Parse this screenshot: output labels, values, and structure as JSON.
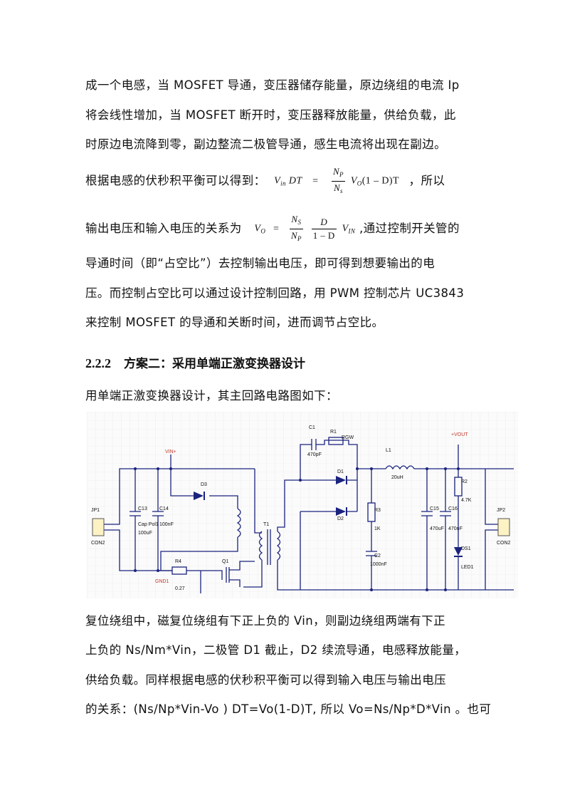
{
  "paragraph1": {
    "line1": "成一个电感，当 MOSFET 导通，变压器储存能量，原边绕组的电流 Ip",
    "line2": "将会线性增加，当 MOSFET 断开时，变压器释放能量，供给负载，此",
    "line3": "时原边电流降到零，副边整流二极管导通，感生电流将出现在副边。",
    "line4_prefix": "根据电感的伏秒积平衡可以得到：",
    "line4_suffix": "，所以",
    "line5_prefix": "输出电压和输入电压的关系为",
    "line5_suffix": ",通过控制开关管的",
    "line6": "导通时间（即“占空比”）去控制输出电压，即可得到想要输出的电",
    "line7": "压。而控制占空比可以通过设计控制回路，用 PWM 控制芯片 UC3843",
    "line8": "来控制 MOSFET 的导通和关断时间，进而调节占空比。"
  },
  "formula1": {
    "lhs_v": "V",
    "lhs_sub": "in",
    "lhs_dt": "DT",
    "eq": "=",
    "num_n": "N",
    "num_sub": "P",
    "den_n": "N",
    "den_sub": "s",
    "rhs_v": "V",
    "rhs_sub": "O",
    "rhs_tail": "(1 – D)T"
  },
  "formula2": {
    "lhs_v": "V",
    "lhs_sub": "O",
    "eq": "=",
    "f1_num_n": "N",
    "f1_num_sub": "S",
    "f1_den_n": "N",
    "f1_den_sub": "P",
    "f2_num": "D",
    "f2_den": "1 – D",
    "rhs_v": "V",
    "rhs_sub": "IN"
  },
  "section": {
    "number": "2.2.2",
    "title": "方案二：采用单端正激变换器设计"
  },
  "intro": "用单端正激变换器设计，其主回路电路图如下：",
  "circuit": {
    "labels": {
      "c1": "C1",
      "c1_val": "470pF",
      "r1": "R1",
      "r1_val": "RGW",
      "l1": "L1",
      "l1_val": "20uH",
      "vout": "+VOUT",
      "vin": "VIN+",
      "d3": "D3",
      "d1": "D1",
      "d2": "D2",
      "t1": "T1",
      "r3": "R3",
      "r3_val": "1K",
      "c2": "C2",
      "c2_val": "1000nF",
      "r2": "R2",
      "r2_val": "4.7K",
      "jp1": "JP1",
      "con1": "CON2",
      "jp2": "JP2",
      "con2": "CON2",
      "c13": "C13",
      "c13_val": "Cap Pol1",
      "c13_val2": "100uF",
      "c14": "C14",
      "c14_val": "100nF",
      "c15": "C15",
      "c15_val": "470uF",
      "c16": "C16",
      "c16_val": "470nF",
      "ds1": "DS1",
      "led": "LED1",
      "r4": "R4",
      "r4_val": "0.27",
      "q1": "Q1",
      "gnd": "GND1"
    }
  },
  "paragraph2": {
    "line1": "复位绕组中，磁复位绕组有下正上负的 Vin，则副边绕组两端有下正",
    "line2": "上负的 Ns/Nm*Vin，二极管 D1 截止，D2 续流导通，电感释放能量，",
    "line3": "供给负载。同样根据电感的伏秒积平衡可以得到输入电压与输出电压",
    "line4": "的关系：(Ns/Np*Vin-Vo ) DT=Vo(1-D)T, 所以 Vo=Ns/Np*D*Vin 。也可"
  }
}
